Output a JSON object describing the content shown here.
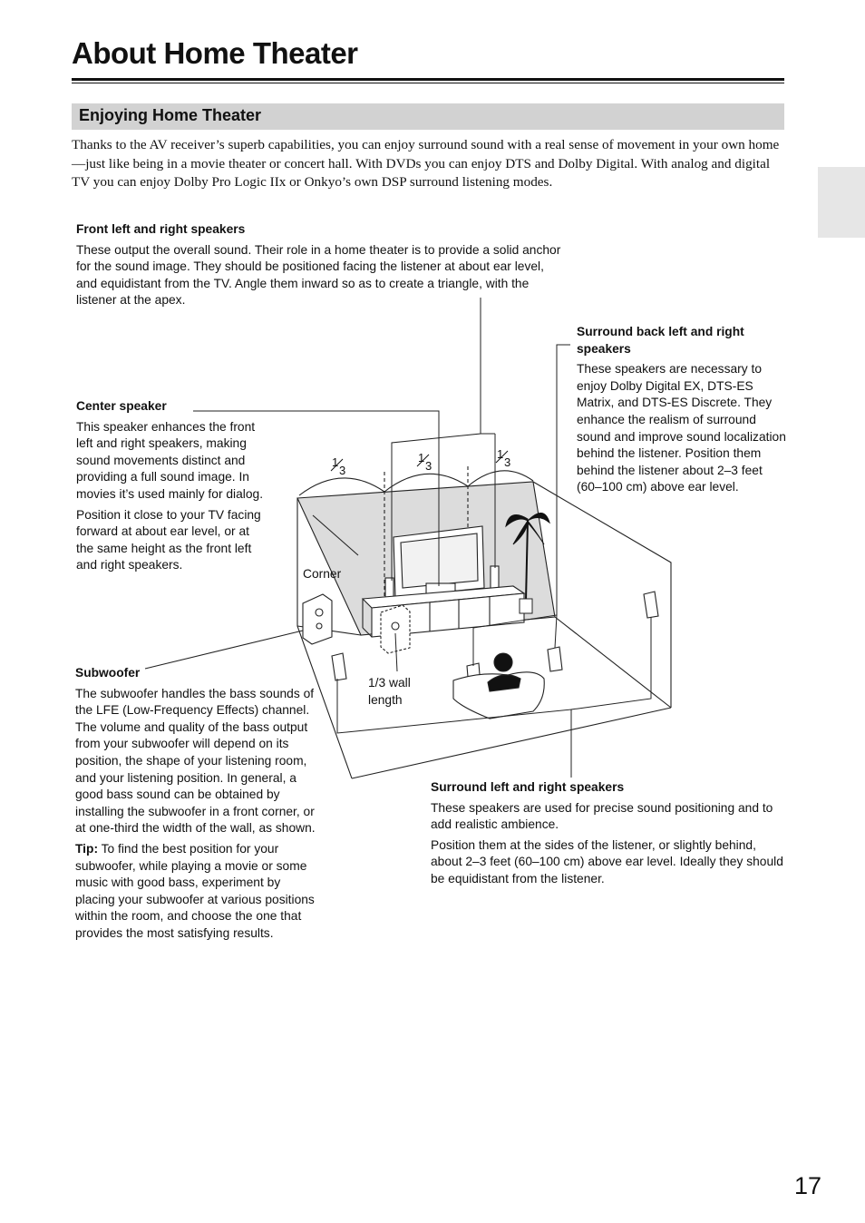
{
  "page": {
    "title": "About Home Theater",
    "section_title": "Enjoying Home Theater",
    "intro": "Thanks to the AV receiver’s superb capabilities, you can enjoy surround sound with a real sense of movement in your own home—just like being in a movie theater or concert hall. With DVDs you can enjoy DTS and Dolby Digital. With analog and digital TV you can enjoy Dolby Pro Logic IIx or Onkyo’s own DSP surround listening modes.",
    "page_number": "17"
  },
  "front": {
    "heading": "Front left and right speakers",
    "body": "These output the overall sound. Their role in a home theater is to provide a solid anchor for the sound image. They should be positioned facing the listener at about ear level, and equidistant from the TV. Angle them inward so as to create a triangle, with the listener at the apex."
  },
  "center": {
    "heading": "Center speaker",
    "body1": "This speaker enhances the front left and right speakers, making sound movements distinct and providing a full sound image. In movies it’s used mainly for dialog.",
    "body2": "Position it close to your TV facing forward at about ear level, or at the same height as the front left and right speakers."
  },
  "surround_back": {
    "heading": "Surround back left and right speakers",
    "body": "These speakers are necessary to enjoy Dolby Digital EX, DTS-ES Matrix, and DTS-ES Discrete. They enhance the realism of surround sound and improve sound localization behind the listener. Position them behind the listener about 2–3 feet (60–100 cm) above ear level."
  },
  "subwoofer": {
    "heading": "Subwoofer",
    "body": "The subwoofer handles the bass sounds of the LFE (Low-Frequency Effects) channel. The volume and quality of the bass output from your subwoofer will depend on its position, the shape of your listening room, and your listening position. In general, a good bass sound can be obtained by installing the subwoofer in a front corner, or at one-third the width of the wall, as shown.",
    "tip_label": "Tip:",
    "tip_body": " To find the best position for your subwoofer, while playing a movie or some music with good bass, experiment by placing your subwoofer at various positions within the room, and choose the one that provides the most satisfying results."
  },
  "surround": {
    "heading": "Surround left and right speakers",
    "body1": "These speakers are used for precise sound positioning and to add realistic ambience.",
    "body2": "Position them at the sides of the listener, or slightly behind, about 2–3 feet (60–100 cm) above ear level. Ideally they should be equidistant from the listener."
  },
  "diagram": {
    "corner_label": "Corner",
    "wall_label": "1/3 wall length",
    "third_num": "1",
    "third_den": "3"
  }
}
